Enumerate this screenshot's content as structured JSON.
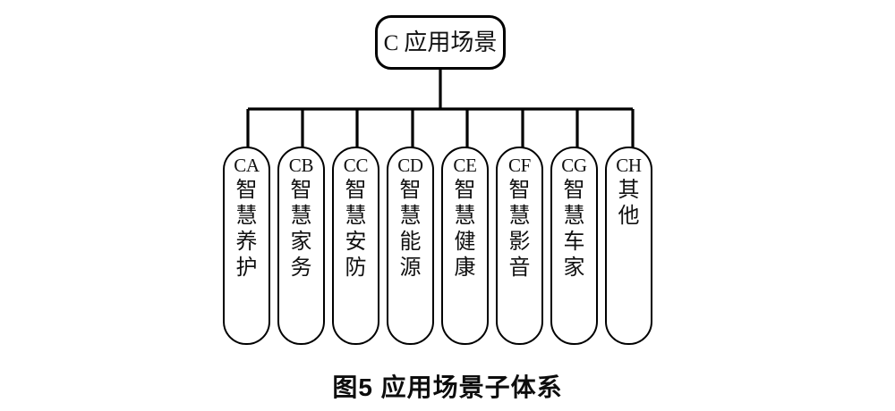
{
  "figure": {
    "caption": "图5 应用场景子体系",
    "line_color": "#000000",
    "background_color": "#ffffff",
    "text_color": "#111111"
  },
  "root": {
    "code": "C",
    "name": "应用场景",
    "full_label": "C 应用场景"
  },
  "leaves": [
    {
      "code": "CA",
      "name": "智慧养护",
      "chars": [
        "智",
        "慧",
        "养",
        "护"
      ]
    },
    {
      "code": "CB",
      "name": "智慧家务",
      "chars": [
        "智",
        "慧",
        "家",
        "务"
      ]
    },
    {
      "code": "CC",
      "name": "智慧安防",
      "chars": [
        "智",
        "慧",
        "安",
        "防"
      ]
    },
    {
      "code": "CD",
      "name": "智慧能源",
      "chars": [
        "智",
        "慧",
        "能",
        "源"
      ]
    },
    {
      "code": "CE",
      "name": "智慧健康",
      "chars": [
        "智",
        "慧",
        "健",
        "康"
      ]
    },
    {
      "code": "CF",
      "name": "智慧影音",
      "chars": [
        "智",
        "慧",
        "影",
        "音"
      ]
    },
    {
      "code": "CG",
      "name": "智慧车家",
      "chars": [
        "智",
        "慧",
        "车",
        "家"
      ]
    },
    {
      "code": "CH",
      "name": "其他",
      "chars": [
        "其",
        "他"
      ]
    }
  ]
}
